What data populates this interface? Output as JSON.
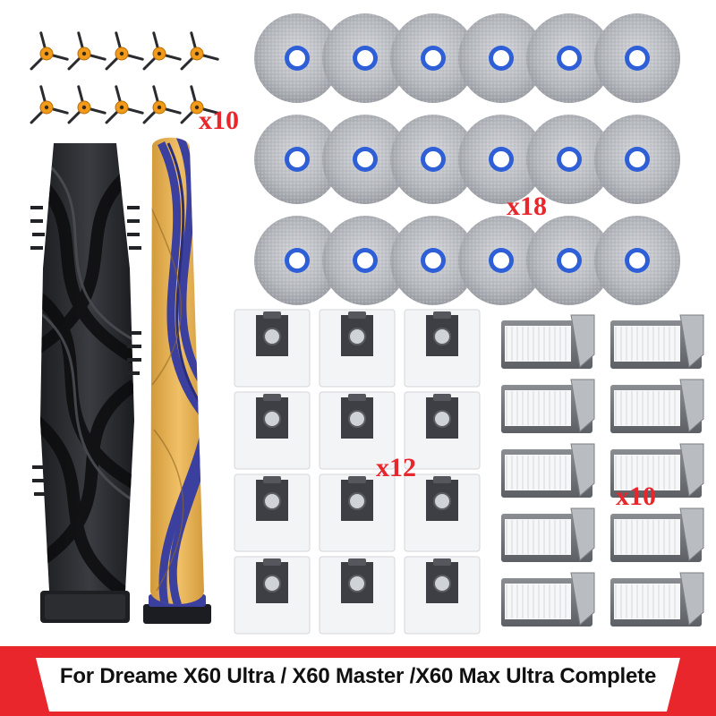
{
  "quantities": {
    "side_brushes": "x10",
    "mop_pads": "x18",
    "dust_bags": "x12",
    "filters": "x10"
  },
  "banner": {
    "text": "For Dreame  X60 Ultra / X60 Master /X60 Max Ultra Complete"
  },
  "colors": {
    "accent_red": "#e8262b",
    "brush_yellow": "#e3ad4a",
    "brush_blue": "#3b3f9e",
    "mop_center_blue": "#2f5fd6"
  }
}
